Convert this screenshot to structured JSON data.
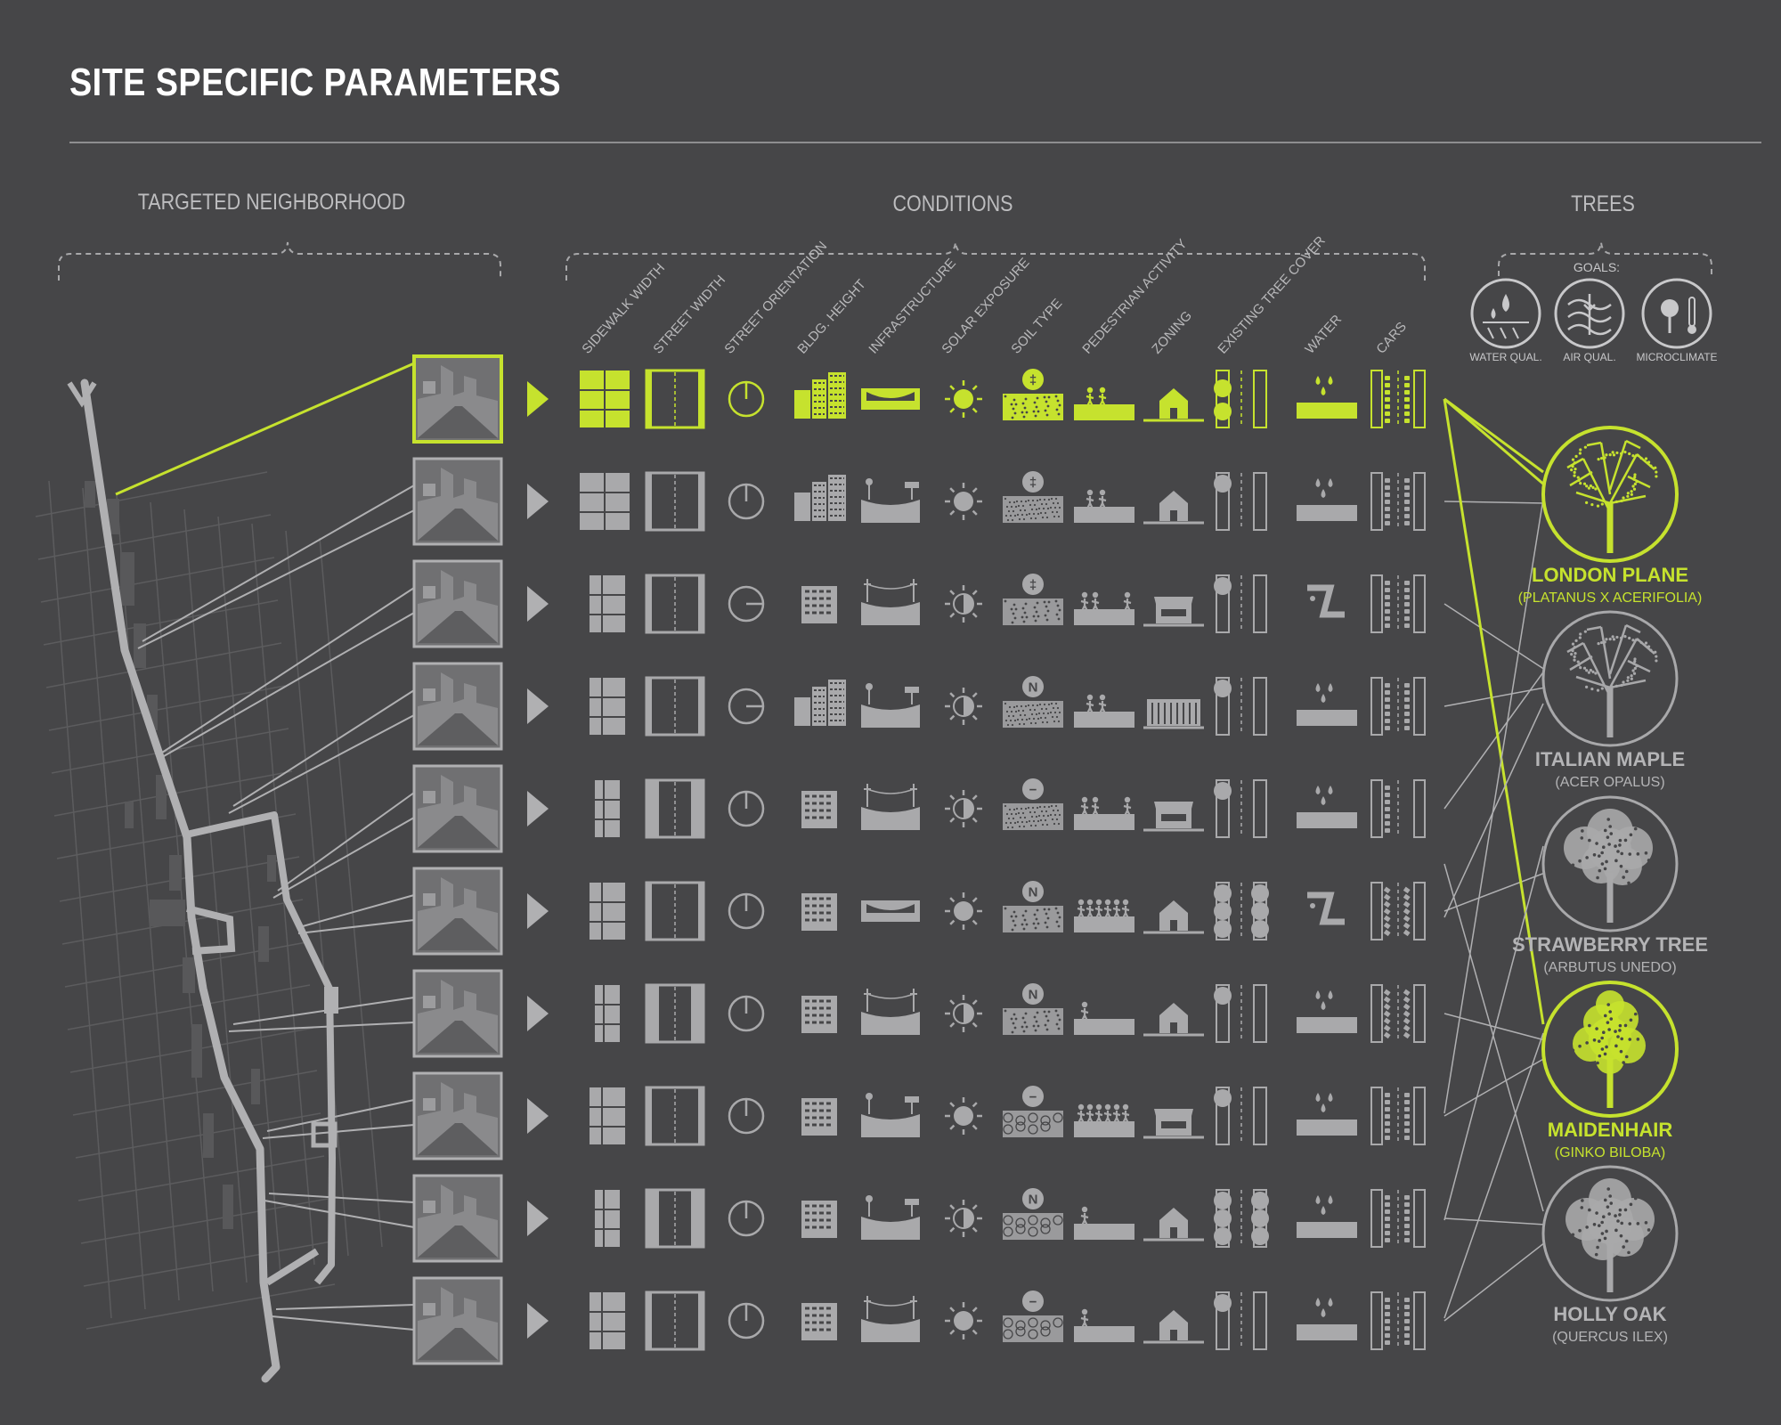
{
  "title": "SITE SPECIFIC PARAMETERS",
  "sections": {
    "neighborhood": "TARGETED NEIGHBORHOOD",
    "conditions": "CONDITIONS",
    "trees": "TREES"
  },
  "goals_label": "GOALS:",
  "goals": [
    {
      "label": "WATER QUAL.",
      "icon": "water-quality-icon"
    },
    {
      "label": "AIR QUAL.",
      "icon": "air-quality-icon"
    },
    {
      "label": "MICROCLIMATE",
      "icon": "microclimate-icon"
    }
  ],
  "condition_headers": [
    "SIDEWALK WIDTH",
    "STREET WIDTH",
    "STREET ORIENTATION",
    "BLDG. HEIGHT",
    "INFRASTRUCTURE",
    "SOLAR EXPOSURE",
    "SOIL TYPE",
    "PEDESTRIAN ACTIVITY",
    "ZONING",
    "EXISTING TREE COVER",
    "WATER",
    "CARS"
  ],
  "trees": [
    {
      "name": "LONDON PLANE",
      "latin": "(PLATANUS X ACERIFOLIA)",
      "highlight": true
    },
    {
      "name": "ITALIAN MAPLE",
      "latin": "(ACER OPALUS)",
      "highlight": false
    },
    {
      "name": "STRAWBERRY TREE",
      "latin": "(ARBUTUS UNEDO)",
      "highlight": false
    },
    {
      "name": "MAIDENHAIR",
      "latin": "(GINKO BILOBA)",
      "highlight": true
    },
    {
      "name": "HOLLY OAK",
      "latin": "(QUERCUS ILEX)",
      "highlight": false
    }
  ],
  "rows": [
    {
      "highlight": true,
      "sidewalk": "wide",
      "street": "wide",
      "orient": "ns",
      "bldg": "tall",
      "infra": "tray",
      "solar": "full",
      "soil_type": "fine",
      "soil_mark": "‡",
      "peds": 2,
      "zoning": "house",
      "tree_cover": "two",
      "water": "drain",
      "cars": "double",
      "tree": 0
    },
    {
      "highlight": false,
      "sidewalk": "wide",
      "street": "wide",
      "orient": "ns",
      "bldg": "tall",
      "infra": "sign",
      "solar": "full",
      "soil_type": "coarse",
      "soil_mark": "‡",
      "peds": 2,
      "zoning": "house",
      "tree_cover": "one",
      "water": "drain",
      "cars": "double",
      "tree": 0
    },
    {
      "highlight": false,
      "sidewalk": "narrow",
      "street": "wide",
      "orient": "ew",
      "bldg": "mid",
      "infra": "wire",
      "solar": "half",
      "soil_type": "fine",
      "soil_mark": "‡",
      "peds": 3,
      "zoning": "shop",
      "tree_cover": "one",
      "water": "pipe",
      "cars": "double",
      "tree": 1
    },
    {
      "highlight": false,
      "sidewalk": "narrow",
      "street": "wide",
      "orient": "ew",
      "bldg": "tall",
      "infra": "sign",
      "solar": "half",
      "soil_type": "coarse",
      "soil_mark": "N",
      "peds": 2,
      "zoning": "civic",
      "tree_cover": "one",
      "water": "drain",
      "cars": "double",
      "tree": 1
    },
    {
      "highlight": false,
      "sidewalk": "thin",
      "street": "narrow",
      "orient": "ns",
      "bldg": "mid",
      "infra": "wire",
      "solar": "half",
      "soil_type": "coarse",
      "soil_mark": "−",
      "peds": 3,
      "zoning": "shop",
      "tree_cover": "one",
      "water": "drain",
      "cars": "single",
      "tree": 1
    },
    {
      "highlight": false,
      "sidewalk": "narrow",
      "street": "wide",
      "orient": "ns",
      "bldg": "mid",
      "infra": "tray",
      "solar": "full",
      "soil_type": "fine",
      "soil_mark": "N",
      "peds": 6,
      "zoning": "house",
      "tree_cover": "three",
      "water": "pipe",
      "cars": "angled",
      "tree": 2
    },
    {
      "highlight": false,
      "sidewalk": "thin",
      "street": "narrow",
      "orient": "ns",
      "bldg": "mid",
      "infra": "wire",
      "solar": "half",
      "soil_type": "fine",
      "soil_mark": "N",
      "peds": 1,
      "zoning": "house",
      "tree_cover": "one",
      "water": "drain",
      "cars": "angled",
      "tree": 3
    },
    {
      "highlight": false,
      "sidewalk": "narrow",
      "street": "wide",
      "orient": "ns",
      "bldg": "mid",
      "infra": "sign",
      "solar": "full",
      "soil_type": "gravel",
      "soil_mark": "−",
      "peds": 6,
      "zoning": "shop",
      "tree_cover": "one",
      "water": "drain",
      "cars": "double",
      "tree": 3
    },
    {
      "highlight": false,
      "sidewalk": "thin",
      "street": "narrow",
      "orient": "ns",
      "bldg": "mid",
      "infra": "sign",
      "solar": "half",
      "soil_type": "gravel",
      "soil_mark": "N",
      "peds": 1,
      "zoning": "house",
      "tree_cover": "three",
      "water": "drain",
      "cars": "double",
      "tree": 4
    },
    {
      "highlight": false,
      "sidewalk": "narrow",
      "street": "wide",
      "orient": "ns",
      "bldg": "mid",
      "infra": "wire",
      "solar": "full",
      "soil_type": "gravel",
      "soil_mark": "−",
      "peds": 1,
      "zoning": "house",
      "tree_cover": "one",
      "water": "drain",
      "cars": "double",
      "tree": 4
    }
  ],
  "colors": {
    "background": "#464648",
    "accent": "#c6e22e",
    "icon": "#a9a9ab",
    "line": "#b0b0b2"
  }
}
